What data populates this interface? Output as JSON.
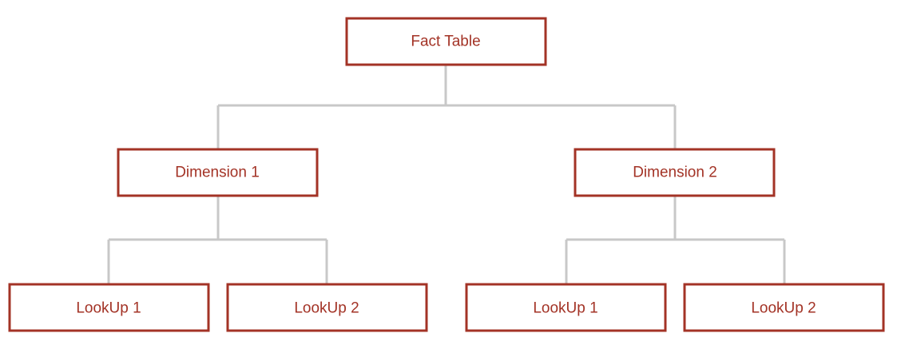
{
  "colors": {
    "node_border": "#a33326",
    "node_text": "#a33326",
    "connector": "#c8c8c8",
    "background": "#ffffff"
  },
  "nodes": {
    "fact": {
      "label": "Fact Table"
    },
    "dim1": {
      "label": "Dimension 1"
    },
    "dim2": {
      "label": "Dimension 2"
    },
    "dim1_lookup1": {
      "label": "LookUp 1"
    },
    "dim1_lookup2": {
      "label": "LookUp 2"
    },
    "dim2_lookup1": {
      "label": "LookUp 1"
    },
    "dim2_lookup2": {
      "label": "LookUp 2"
    }
  }
}
